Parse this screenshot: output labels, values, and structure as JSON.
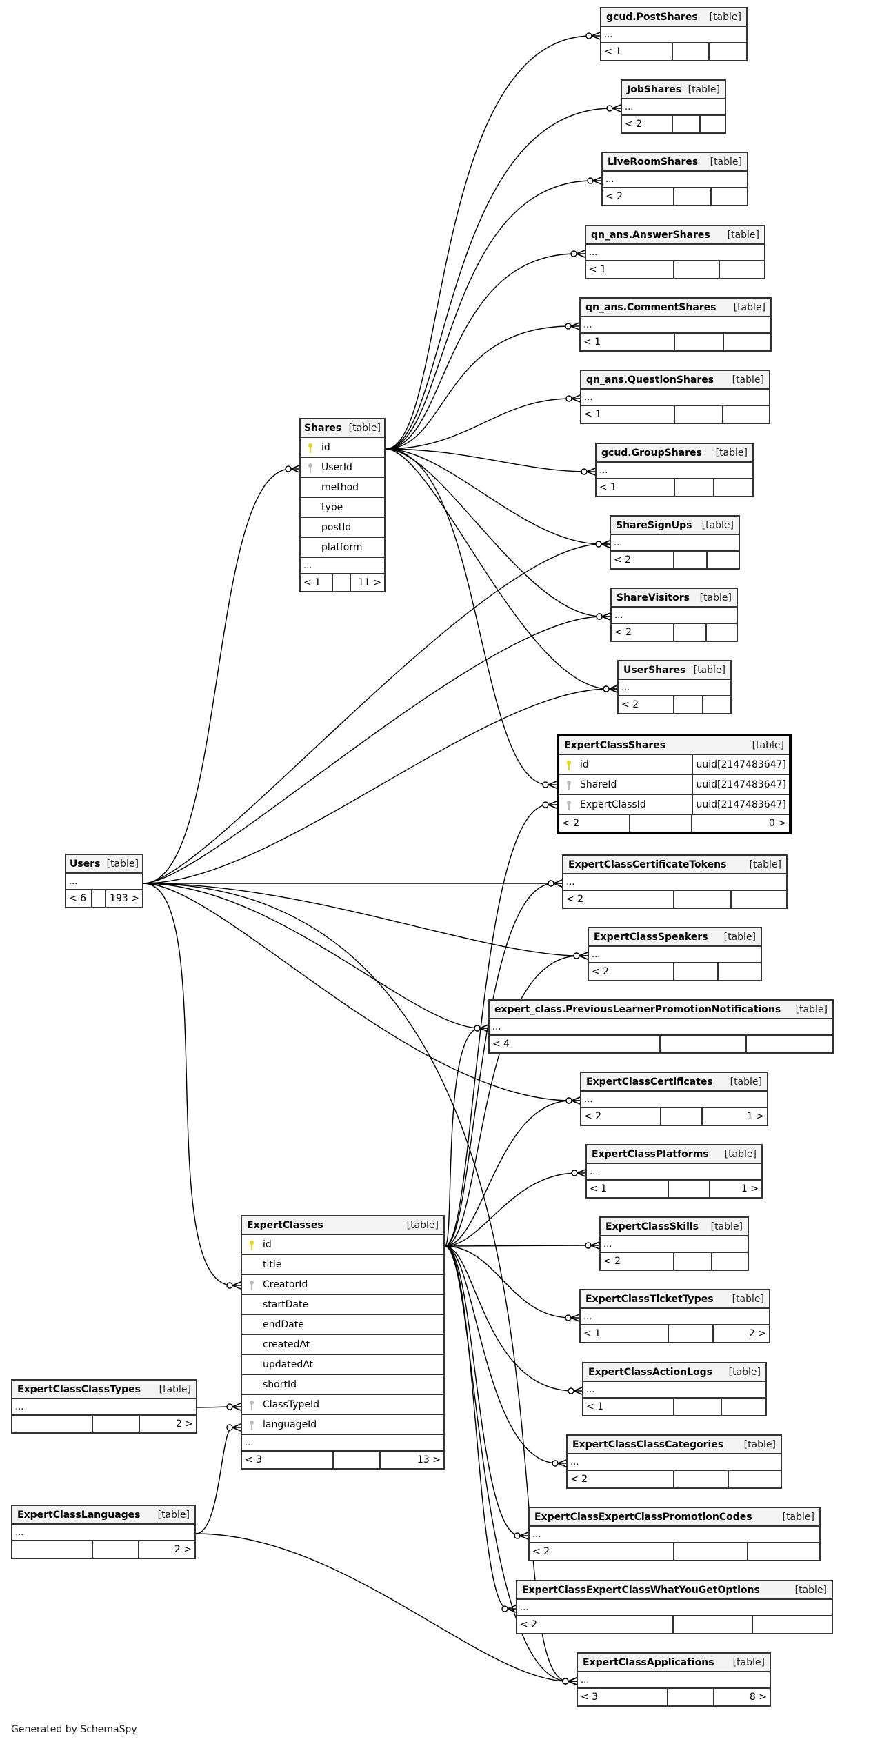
{
  "footer": "Generated by SchemaSpy",
  "table_type_label": "[table]",
  "ellipsis": "...",
  "tables": {
    "postShares": {
      "name": "gcud.PostShares",
      "left": "< 1",
      "right": ""
    },
    "jobShares": {
      "name": "JobShares",
      "left": "< 2",
      "right": ""
    },
    "liveRoomShares": {
      "name": "LiveRoomShares",
      "left": "< 2",
      "right": ""
    },
    "answerShares": {
      "name": "qn_ans.AnswerShares",
      "left": "< 1",
      "right": ""
    },
    "commentShares": {
      "name": "qn_ans.CommentShares",
      "left": "< 1",
      "right": ""
    },
    "questionShares": {
      "name": "qn_ans.QuestionShares",
      "left": "< 1",
      "right": ""
    },
    "groupShares": {
      "name": "gcud.GroupShares",
      "left": "< 1",
      "right": ""
    },
    "shareSignUps": {
      "name": "ShareSignUps",
      "left": "< 2",
      "right": ""
    },
    "shareVisitors": {
      "name": "ShareVisitors",
      "left": "< 2",
      "right": ""
    },
    "userShares": {
      "name": "UserShares",
      "left": "< 2",
      "right": ""
    },
    "shares": {
      "name": "Shares",
      "left": "< 1",
      "right": "11 >",
      "columns": [
        {
          "name": "id",
          "key": "primary"
        },
        {
          "name": "UserId",
          "key": "foreign"
        },
        {
          "name": "method",
          "key": ""
        },
        {
          "name": "type",
          "key": ""
        },
        {
          "name": "postId",
          "key": ""
        },
        {
          "name": "platform",
          "key": ""
        }
      ]
    },
    "expertClassShares": {
      "name": "ExpertClassShares",
      "left": "< 2",
      "right": "0 >",
      "columns": [
        {
          "name": "id",
          "key": "primary",
          "type": "uuid[2147483647]"
        },
        {
          "name": "ShareId",
          "key": "foreign",
          "type": "uuid[2147483647]"
        },
        {
          "name": "ExpertClassId",
          "key": "foreign",
          "type": "uuid[2147483647]"
        }
      ]
    },
    "users": {
      "name": "Users",
      "left": "< 6",
      "right": "193 >"
    },
    "certificateTokens": {
      "name": "ExpertClassCertificateTokens",
      "left": "< 2",
      "right": ""
    },
    "speakers": {
      "name": "ExpertClassSpeakers",
      "left": "< 2",
      "right": ""
    },
    "prevLearner": {
      "name": "expert_class.PreviousLearnerPromotionNotifications",
      "left": "< 4",
      "right": ""
    },
    "certificates": {
      "name": "ExpertClassCertificates",
      "left": "< 2",
      "right": "1 >"
    },
    "platforms": {
      "name": "ExpertClassPlatforms",
      "left": "< 1",
      "right": "1 >"
    },
    "skills": {
      "name": "ExpertClassSkills",
      "left": "< 2",
      "right": ""
    },
    "ticketTypes": {
      "name": "ExpertClassTicketTypes",
      "left": "< 1",
      "right": "2 >"
    },
    "actionLogs": {
      "name": "ExpertClassActionLogs",
      "left": "< 1",
      "right": ""
    },
    "classCategories": {
      "name": "ExpertClassClassCategories",
      "left": "< 2",
      "right": ""
    },
    "promotionCodes": {
      "name": "ExpertClassExpertClassPromotionCodes",
      "left": "< 2",
      "right": ""
    },
    "whatYouGet": {
      "name": "ExpertClassExpertClassWhatYouGetOptions",
      "left": "< 2",
      "right": ""
    },
    "applications": {
      "name": "ExpertClassApplications",
      "left": "< 3",
      "right": "8 >"
    },
    "expertClasses": {
      "name": "ExpertClasses",
      "left": "< 3",
      "right": "13 >",
      "columns": [
        {
          "name": "id",
          "key": "primary"
        },
        {
          "name": "title",
          "key": ""
        },
        {
          "name": "CreatorId",
          "key": "foreign"
        },
        {
          "name": "startDate",
          "key": ""
        },
        {
          "name": "endDate",
          "key": ""
        },
        {
          "name": "createdAt",
          "key": ""
        },
        {
          "name": "updatedAt",
          "key": ""
        },
        {
          "name": "shortId",
          "key": ""
        },
        {
          "name": "ClassTypeId",
          "key": "foreign"
        },
        {
          "name": "languageId",
          "key": "foreign"
        }
      ]
    },
    "classTypes": {
      "name": "ExpertClassClassTypes",
      "left": "",
      "right": "2 >"
    },
    "languages": {
      "name": "ExpertClassLanguages",
      "left": "",
      "right": "2 >"
    }
  },
  "colors": {
    "primary_key": "#e6d800",
    "foreign_key": "#bbbbbb",
    "header_bg": "#f3f3f3",
    "border": "#333333"
  }
}
